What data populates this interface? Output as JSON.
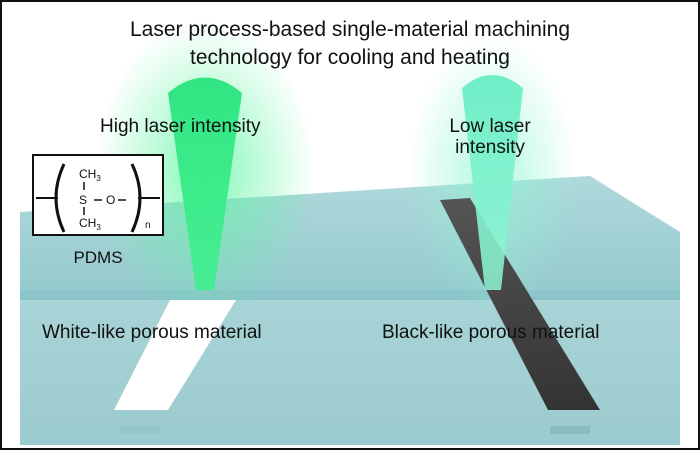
{
  "title": {
    "line1": "Laser process-based single-material machining",
    "line2": "technology for cooling and heating"
  },
  "left_beam": {
    "label": "High laser intensity"
  },
  "right_beam": {
    "label_line1": "Low laser",
    "label_line2": "intensity"
  },
  "left_stripe": {
    "label": "White-like porous material"
  },
  "right_stripe": {
    "label": "Black-like porous material"
  },
  "structure": {
    "name": "PDMS",
    "top_group": "CH",
    "top_sub": "3",
    "bottom_group": "CH",
    "bottom_sub": "3",
    "si": "S",
    "o": "O",
    "n": "n"
  },
  "colors": {
    "slab_top": "#a7d4d6",
    "slab_front": "#6db4b8",
    "left_beam": "#3cf08a",
    "right_beam": "#7af0cc",
    "white_stripe": "#ffffff",
    "black_stripe": "#3a3a3a",
    "border": "#111111"
  }
}
